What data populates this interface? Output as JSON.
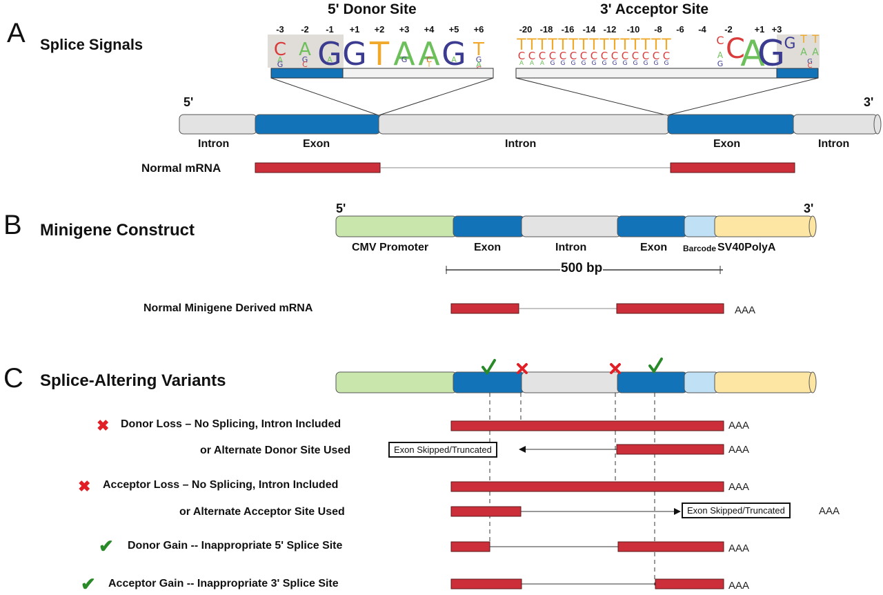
{
  "panels": {
    "A": {
      "letter": "A",
      "title": "Splice Signals",
      "donor_logo": {
        "title": "5' Donor Site",
        "positions": [
          "-3",
          "-2",
          "-1",
          "+1",
          "+2",
          "+3",
          "+4",
          "+5",
          "+6"
        ],
        "consensus": [
          "C",
          "A",
          "G",
          "G",
          "T",
          "A",
          "A",
          "G",
          "T"
        ],
        "minor": [
          [
            "A",
            "G"
          ],
          [
            "G",
            "C"
          ],
          [
            "A"
          ],
          [],
          [],
          [
            "G"
          ],
          [
            "C",
            "T"
          ],
          [
            "A"
          ],
          [
            "G",
            "A",
            "C"
          ]
        ],
        "exon_positions": 3
      },
      "acceptor_logo": {
        "title": "3' Acceptor Site",
        "positions": [
          "-20",
          "-18",
          "-16",
          "-14",
          "-12",
          "-10",
          "-8",
          "-6",
          "-4",
          "-2",
          "+1",
          "+3"
        ],
        "exon_positions": 3
      },
      "five_prime": "5'",
      "three_prime": "3'",
      "segments": [
        "Intron",
        "Exon",
        "Intron",
        "Exon",
        "Intron"
      ],
      "mrna_label": "Normal mRNA"
    },
    "B": {
      "letter": "B",
      "title": "Minigene Construct",
      "five_prime": "5'",
      "three_prime": "3'",
      "segments": [
        "CMV Promoter",
        "Exon",
        "Intron",
        "Exon",
        "Barcode",
        "SV40PolyA"
      ],
      "scale_label": "500 bp",
      "mrna_label": "Normal Minigene Derived mRNA",
      "polya": "AAA"
    },
    "C": {
      "letter": "C",
      "title": "Splice-Altering Variants",
      "variants": [
        {
          "icon": "cross",
          "label": "Donor Loss – No Splicing, Intron Included",
          "polya": "AAA"
        },
        {
          "icon": "",
          "label": "or Alternate Donor Site Used",
          "polya": "AAA",
          "box": "Exon Skipped/Truncated"
        },
        {
          "icon": "cross",
          "label": "Acceptor Loss – No Splicing, Intron Included",
          "polya": "AAA"
        },
        {
          "icon": "",
          "label": "or Alternate Acceptor Site Used",
          "polya": "AAA",
          "box": "Exon Skipped/Truncated"
        },
        {
          "icon": "check",
          "label": "Donor Gain -- Inappropriate 5' Splice Site",
          "polya": "AAA"
        },
        {
          "icon": "check",
          "label": "Acceptor Gain -- Inappropriate 3' Splice Site",
          "polya": "AAA"
        }
      ]
    }
  },
  "colors": {
    "exon": "#1273b8",
    "intron": "#e3e3e3",
    "promoter": "#c9e6ad",
    "barcode": "#bfe0f5",
    "polya": "#fde6a4",
    "mrna": "#cc2e3a",
    "check": "#2a8a2a",
    "cross": "#e01f26",
    "base_A": "#6cbf5a",
    "base_C": "#d93b3b",
    "base_G": "#3b3b8f",
    "base_T": "#f0a92a"
  }
}
